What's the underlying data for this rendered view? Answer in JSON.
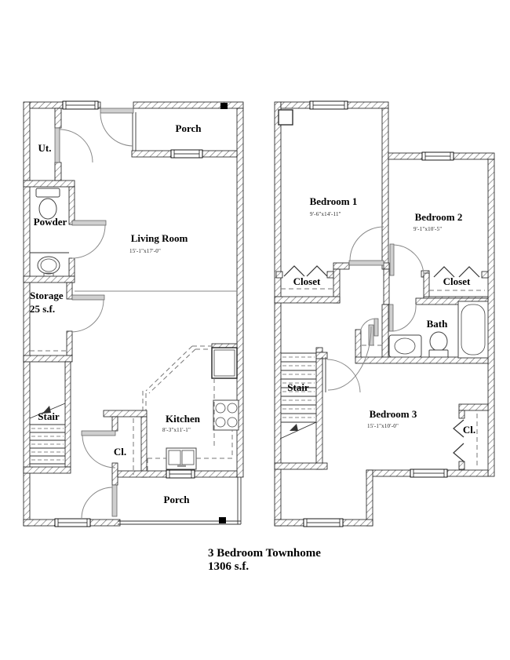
{
  "title": {
    "name": "3 Bedroom Townhome",
    "area": "1306 s.f."
  },
  "floor1": {
    "rooms": {
      "ut": "Ut.",
      "porch_top": "Porch",
      "powder": "Powder",
      "living": "Living Room",
      "living_dim": "15'-1\"x17'-0\"",
      "storage": "Storage",
      "storage_area": "25 s.f.",
      "stair": "Stair",
      "closet": "Cl.",
      "kitchen": "Kitchen",
      "kitchen_dim": "8'-3\"x11'-1\"",
      "porch_bottom": "Porch"
    }
  },
  "floor2": {
    "rooms": {
      "bedroom1": "Bedroom 1",
      "bedroom1_dim": "9'-6\"x14'-11\"",
      "bedroom2": "Bedroom 2",
      "bedroom2_dim": "9'-1\"x10'-5\"",
      "closet1": "Closet",
      "closet2": "Closet",
      "bath": "Bath",
      "stair": "Stair",
      "bedroom3": "Bedroom 3",
      "bedroom3_dim": "15'-1\"x10'-0\"",
      "closet3": "Cl."
    }
  },
  "colors": {
    "wall_hatch": "#666666",
    "paper": "#ffffff",
    "ink": "#000000"
  }
}
